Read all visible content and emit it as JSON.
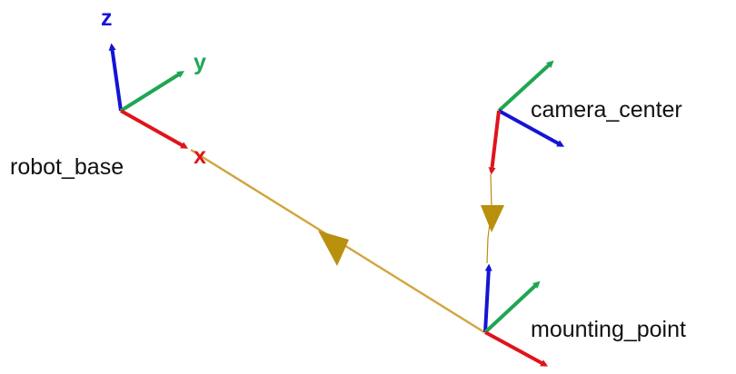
{
  "frames": [
    {
      "label": "robot_base",
      "axis_letters": {
        "x": "x",
        "y": "y",
        "z": "z"
      }
    },
    {
      "label": "camera_center"
    },
    {
      "label": "mounting_point"
    }
  ],
  "colors": {
    "x_axis": "#e0141b",
    "y_axis": "#1fa653",
    "z_axis": "#1414d4",
    "link": "#b8900d",
    "label_text": "#111111"
  }
}
